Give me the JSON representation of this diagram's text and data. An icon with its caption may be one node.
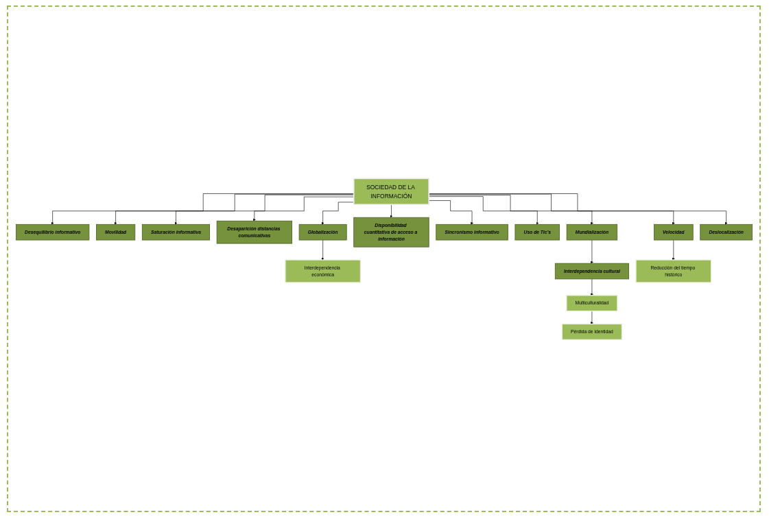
{
  "diagram": {
    "nodes": [
      {
        "text": [
          "Desequilibrio informativo"
        ]
      },
      {
        "text": [
          "Movilidad"
        ]
      },
      {
        "text": [
          "Saturación informativa"
        ]
      },
      {
        "text": [
          "Desaparición distancias comunicativas"
        ]
      },
      {
        "text": [
          "Globalización"
        ]
      },
      {
        "text": [
          "Disponibilidad cuantitativa de acceso a información"
        ]
      },
      {
        "text": [
          "Interdependencia económica"
        ]
      },
      {
        "text": [
          "SOCIEDAD DE LA INFORMACIÓN"
        ]
      },
      {
        "text": [
          "Sincronismo informativo"
        ]
      },
      {
        "text": [
          "Uso de Tic’s"
        ]
      },
      {
        "text": [
          "Mundialización"
        ]
      },
      {
        "text": [
          "Interdependencia cultural"
        ]
      },
      {
        "text": [
          "Velocidad"
        ]
      },
      {
        "text": [
          "Deslocalización"
        ]
      },
      {
        "text": [
          "Multiculturalidad"
        ]
      },
      {
        "text": [
          "Reducción del tiempo histórico"
        ]
      },
      {
        "text": [
          "Pérdida de identidad"
        ]
      }
    ],
    "edges": [
      {
        "from": 7,
        "to": 0,
        "arrow": "to"
      },
      {
        "from": 7,
        "to": 1,
        "arrow": "to"
      },
      {
        "from": 7,
        "to": 2,
        "arrow": "to"
      },
      {
        "from": 7,
        "to": 3,
        "arrow": "to"
      },
      {
        "from": 7,
        "to": 4,
        "arrow": "to"
      },
      {
        "from": 4,
        "to": 6,
        "arrow": "to"
      },
      {
        "from": 7,
        "to": 5,
        "arrow": "to"
      },
      {
        "from": 7,
        "to": 8,
        "arrow": "to"
      },
      {
        "from": 7,
        "to": 9,
        "arrow": "to"
      },
      {
        "from": 7,
        "to": 10,
        "arrow": "to"
      },
      {
        "from": 7,
        "to": 12,
        "arrow": "to"
      },
      {
        "from": 7,
        "to": 13,
        "arrow": "to"
      },
      {
        "from": 10,
        "to": 11,
        "arrow": "to"
      },
      {
        "from": 11,
        "to": 14,
        "arrow": "to"
      },
      {
        "from": 14,
        "to": 16,
        "arrow": "to"
      },
      {
        "from": 12,
        "to": 15,
        "arrow": "to"
      }
    ]
  }
}
